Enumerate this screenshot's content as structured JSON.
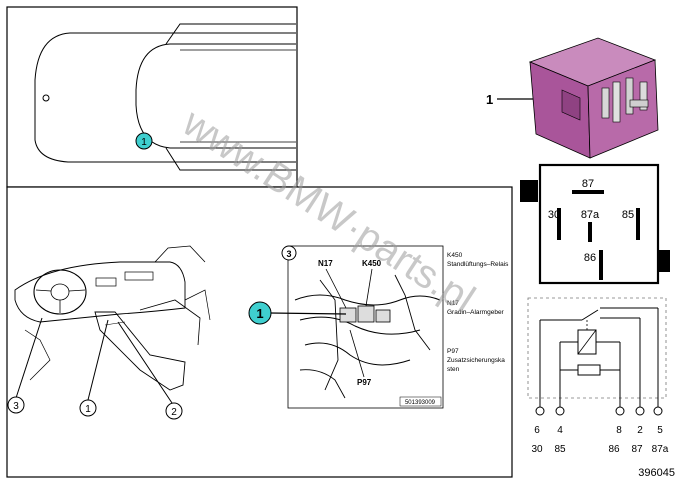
{
  "car_top_view": {
    "callout": "1"
  },
  "interior_view": {
    "callouts": [
      "3",
      "1",
      "2"
    ]
  },
  "detail_view": {
    "callout_big": "1",
    "callout_small": "3",
    "labels": {
      "n17": "N17",
      "k450": "K450",
      "p97": "P97",
      "code": "501393009"
    },
    "legend": [
      {
        "code": "K450",
        "text": "Standlüftungs–Relais"
      },
      {
        "code": "N17",
        "text": "Gradin–Alarmgeber"
      },
      {
        "code": "P97",
        "text": "Zusatzsicherungska",
        "text2": "sten"
      }
    ]
  },
  "relay": {
    "callout": "1",
    "color": "#b05ea0",
    "pins": {
      "p87": "87",
      "p30": "30",
      "p87a": "87a",
      "p85": "85",
      "p86": "86"
    }
  },
  "schematic": {
    "terminal_numbers": [
      "6",
      "4",
      "8",
      "2",
      "5"
    ],
    "terminal_codes": [
      "30",
      "85",
      "86",
      "87",
      "87a"
    ]
  },
  "watermark": "www.BMW·parts.pl",
  "figure_number": "396045"
}
